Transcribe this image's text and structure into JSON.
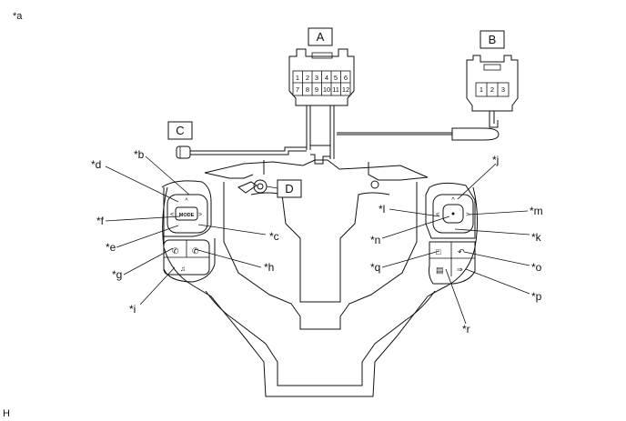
{
  "corner_labels": {
    "top_left": "*a",
    "bottom_left": "H"
  },
  "connector_labels": {
    "a": "A",
    "b": "B",
    "c": "C",
    "d": "D"
  },
  "connector_a_pins": [
    "1",
    "2",
    "3",
    "4",
    "5",
    "6",
    "7",
    "8",
    "9",
    "10",
    "11",
    "12"
  ],
  "connector_b_pins": [
    "1",
    "2",
    "3"
  ],
  "switch_text": {
    "mode": "MODE"
  },
  "callouts": {
    "b": "*b",
    "c": "*c",
    "d": "*d",
    "e": "*e",
    "f": "*f",
    "g": "*g",
    "h": "*h",
    "i": "*i",
    "j": "*j",
    "k": "*k",
    "l": "*l",
    "m": "*m",
    "n": "*n",
    "o": "*o",
    "p": "*p",
    "q": "*q",
    "r": "*r"
  }
}
